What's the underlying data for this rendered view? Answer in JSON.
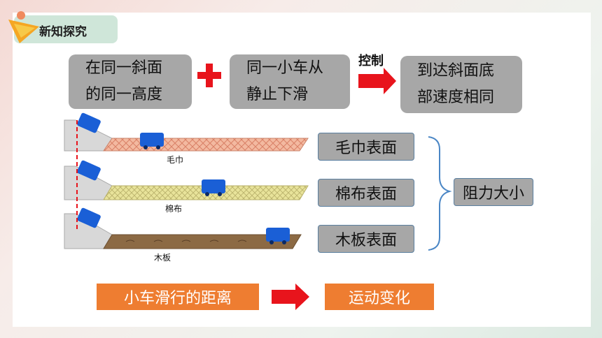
{
  "section_tag": "新知探究",
  "condition_1": [
    "在同一斜面",
    "的同一高度"
  ],
  "condition_2": [
    "同一小车从",
    "静止下滑"
  ],
  "control_label": "控制",
  "result": [
    "到达斜面底",
    "部速度相同"
  ],
  "tracks": [
    {
      "label": "毛巾"
    },
    {
      "label": "棉布"
    },
    {
      "label": "木板"
    }
  ],
  "surfaces": [
    "毛巾表面",
    "棉布表面",
    "木板表面"
  ],
  "resistance": "阻力大小",
  "bottom_left": "小车滑行的距离",
  "bottom_right": "运动变化",
  "colors": {
    "accent_red": "#e8141c",
    "orange": "#ee7d31",
    "gray_box": "#a7a7a7",
    "car_blue": "#1a5fd6"
  }
}
